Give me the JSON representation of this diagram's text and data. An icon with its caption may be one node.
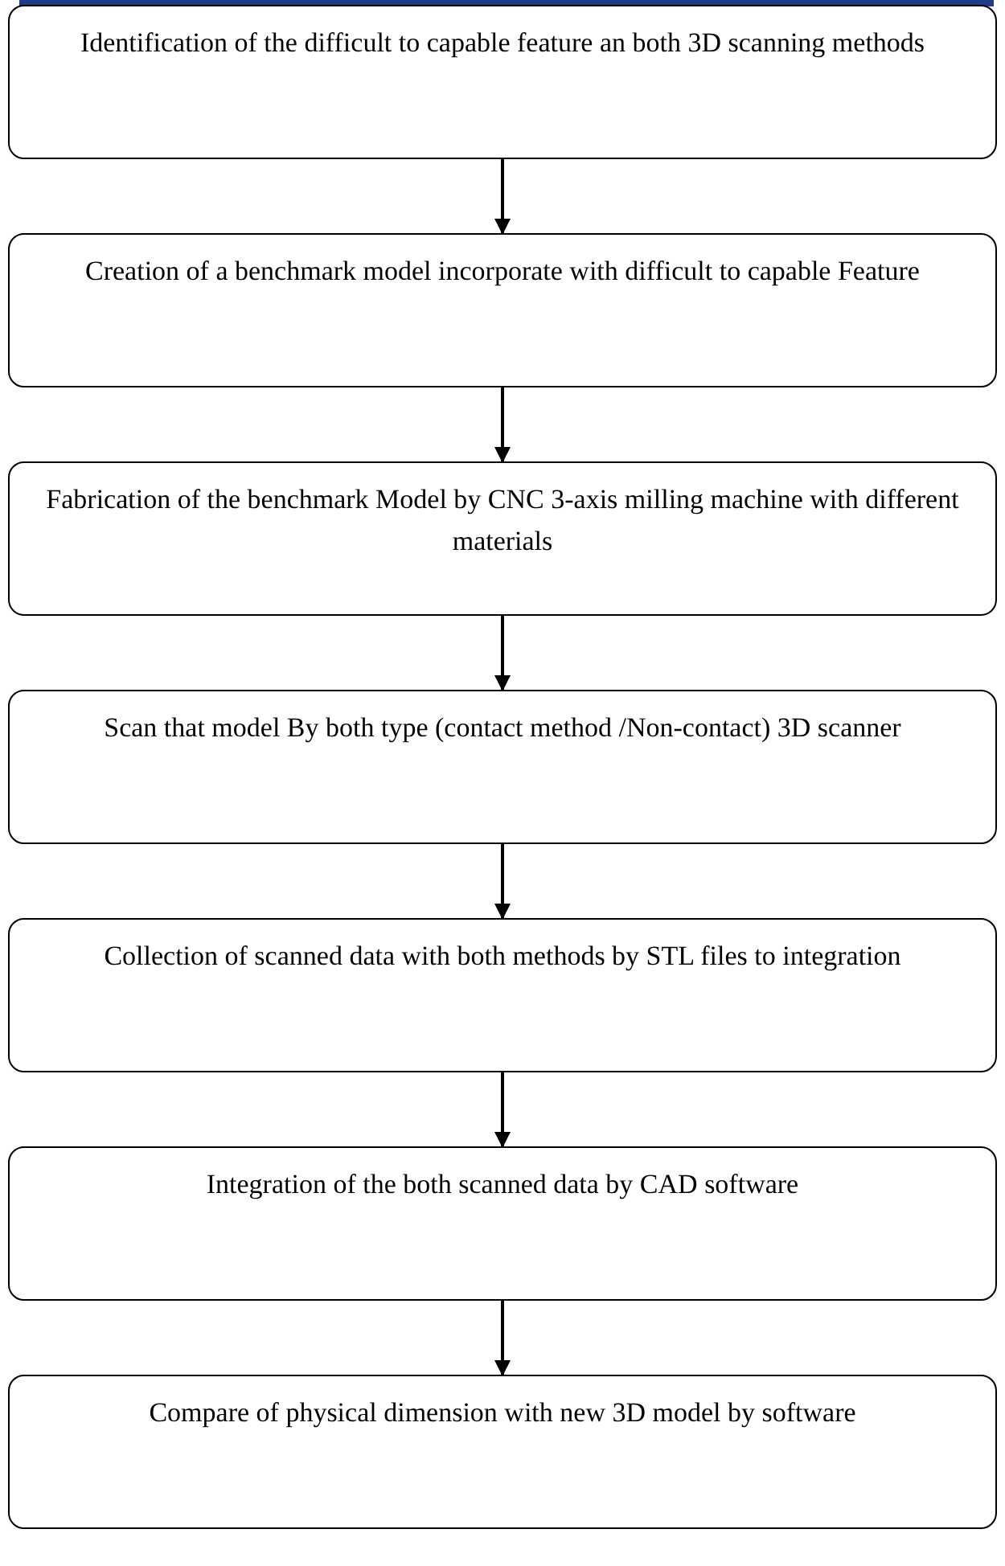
{
  "diagram": {
    "nodes": [
      {
        "text": [
          "Identification of the difficult to capable feature an both 3D scanning methods"
        ]
      },
      {
        "text": [
          "Creation of a benchmark model incorporate with difficult to capable Feature"
        ]
      },
      {
        "text": [
          "Fabrication of the benchmark Model by CNC 3-axis milling machine with different materials"
        ]
      },
      {
        "text": [
          "Scan that model By both type (contact method /Non-contact) 3D scanner"
        ]
      },
      {
        "text": [
          "Collection of scanned data with both methods by STL files to integration"
        ]
      },
      {
        "text": [
          "Integration of the both scanned data by CAD software"
        ]
      },
      {
        "text": [
          "Compare of physical dimension with new 3D model by software"
        ]
      }
    ],
    "edges": [
      {
        "from": 0,
        "to": 1,
        "arrow": "to"
      },
      {
        "from": 1,
        "to": 2,
        "arrow": "to"
      },
      {
        "from": 2,
        "to": 3,
        "arrow": "to"
      },
      {
        "from": 3,
        "to": 4,
        "arrow": "to"
      },
      {
        "from": 4,
        "to": 5,
        "arrow": "to"
      },
      {
        "from": 5,
        "to": 6,
        "arrow": "to"
      }
    ]
  }
}
